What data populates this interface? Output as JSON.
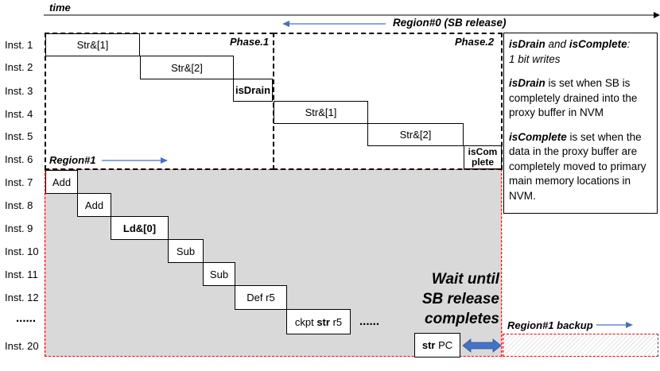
{
  "time_label": "time",
  "region0_label": "Region#0 (SB release)",
  "region1_label": "Region#1",
  "region1_backup_label": "Region#1 backup",
  "phase1_label": "Phase.1",
  "phase2_label": "Phase.2",
  "instructions": [
    "Inst. 1",
    "Inst. 2",
    "Inst. 3",
    "Inst. 4",
    "Inst. 5",
    "Inst. 6",
    "Inst. 7",
    "Inst. 8",
    "Inst. 9",
    "Inst. 10",
    "Inst. 11",
    "Inst. 12",
    "......",
    "Inst. 20"
  ],
  "ops": {
    "str1": "Str&[1]",
    "str2": "Str&[2]",
    "isdrain": "isDrain",
    "str1b": "Str&[1]",
    "str2b": "Str&[2]",
    "iscomplete_a": "isCom",
    "iscomplete_b": "plete",
    "add1": "Add",
    "add2": "Add",
    "ld": "Ld&[0]",
    "sub1": "Sub",
    "sub2": "Sub",
    "def": "Def r5",
    "ckpt_a": "ckpt ",
    "ckpt_b": "str",
    "ckpt_c": " r5",
    "ellipsis": "......",
    "strpc_a": "str",
    "strpc_b": " PC"
  },
  "wait_text": [
    "Wait until",
    "SB release",
    "completes"
  ],
  "note": {
    "p1_a": "isDrain",
    "p1_b": " and ",
    "p1_c": "isComplete",
    "p1_d": ":",
    "p1_e": "1 bit writes",
    "p2_a": "isDrain",
    "p2_b": " is set when SB is completely drained into the proxy buffer in NVM",
    "p3_a": "isComplete",
    "p3_b": " is set when the data in the proxy buffer are completely moved to primary main memory locations in NVM."
  },
  "colors": {
    "blue": "#4472C4",
    "shade": "#d9d9d9",
    "red_dash": "#ff0000"
  }
}
